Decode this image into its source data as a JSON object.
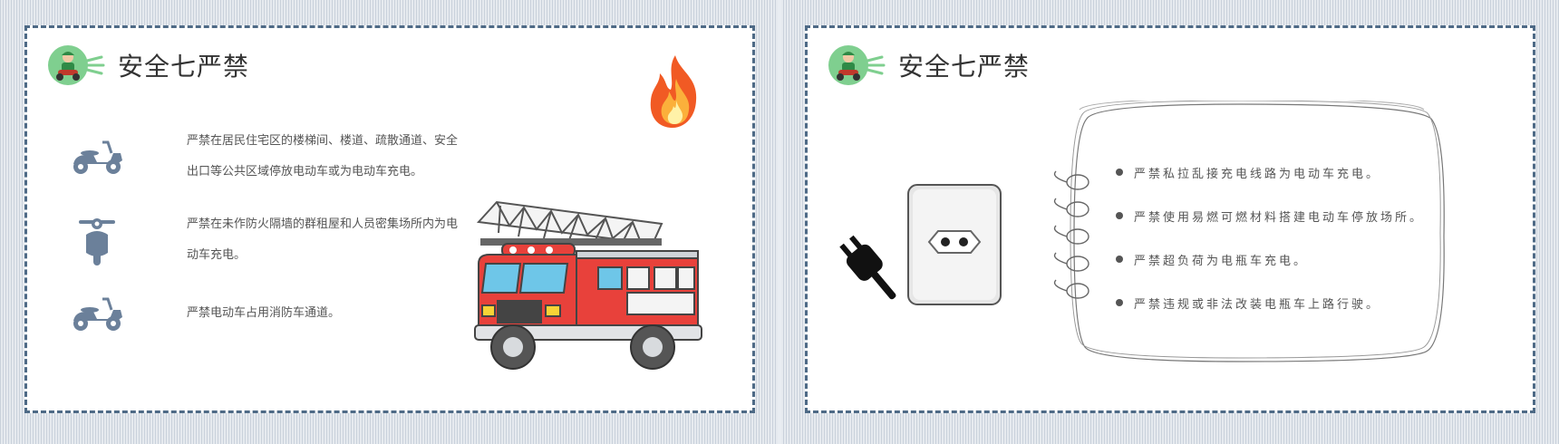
{
  "slides": [
    {
      "title": "安全七严禁",
      "items": [
        {
          "icon": "scooter-icon",
          "text": "严禁在居民住宅区的楼梯间、楼道、疏散通道、安全出口等公共区域停放电动车或为电动车充电。"
        },
        {
          "icon": "scooter-front-icon",
          "text": "严禁在未作防火隔墙的群租屋和人员密集场所内为电动车充电。"
        },
        {
          "icon": "scooter-icon",
          "text": "严禁电动车占用消防车通道。"
        }
      ]
    },
    {
      "title": "安全七严禁",
      "bullets": [
        "严禁私拉乱接充电线路为电动车充电。",
        "严禁使用易燃可燃材料搭建电动车停放场所。",
        "严禁超负荷为电瓶车充电。",
        "严禁违规或非法改装电瓶车上路行驶。"
      ]
    }
  ],
  "colors": {
    "border": "#4e6a86",
    "icon": "#6b809a",
    "logo_bg": "#7fcf8f",
    "truck_red": "#e8413b"
  }
}
